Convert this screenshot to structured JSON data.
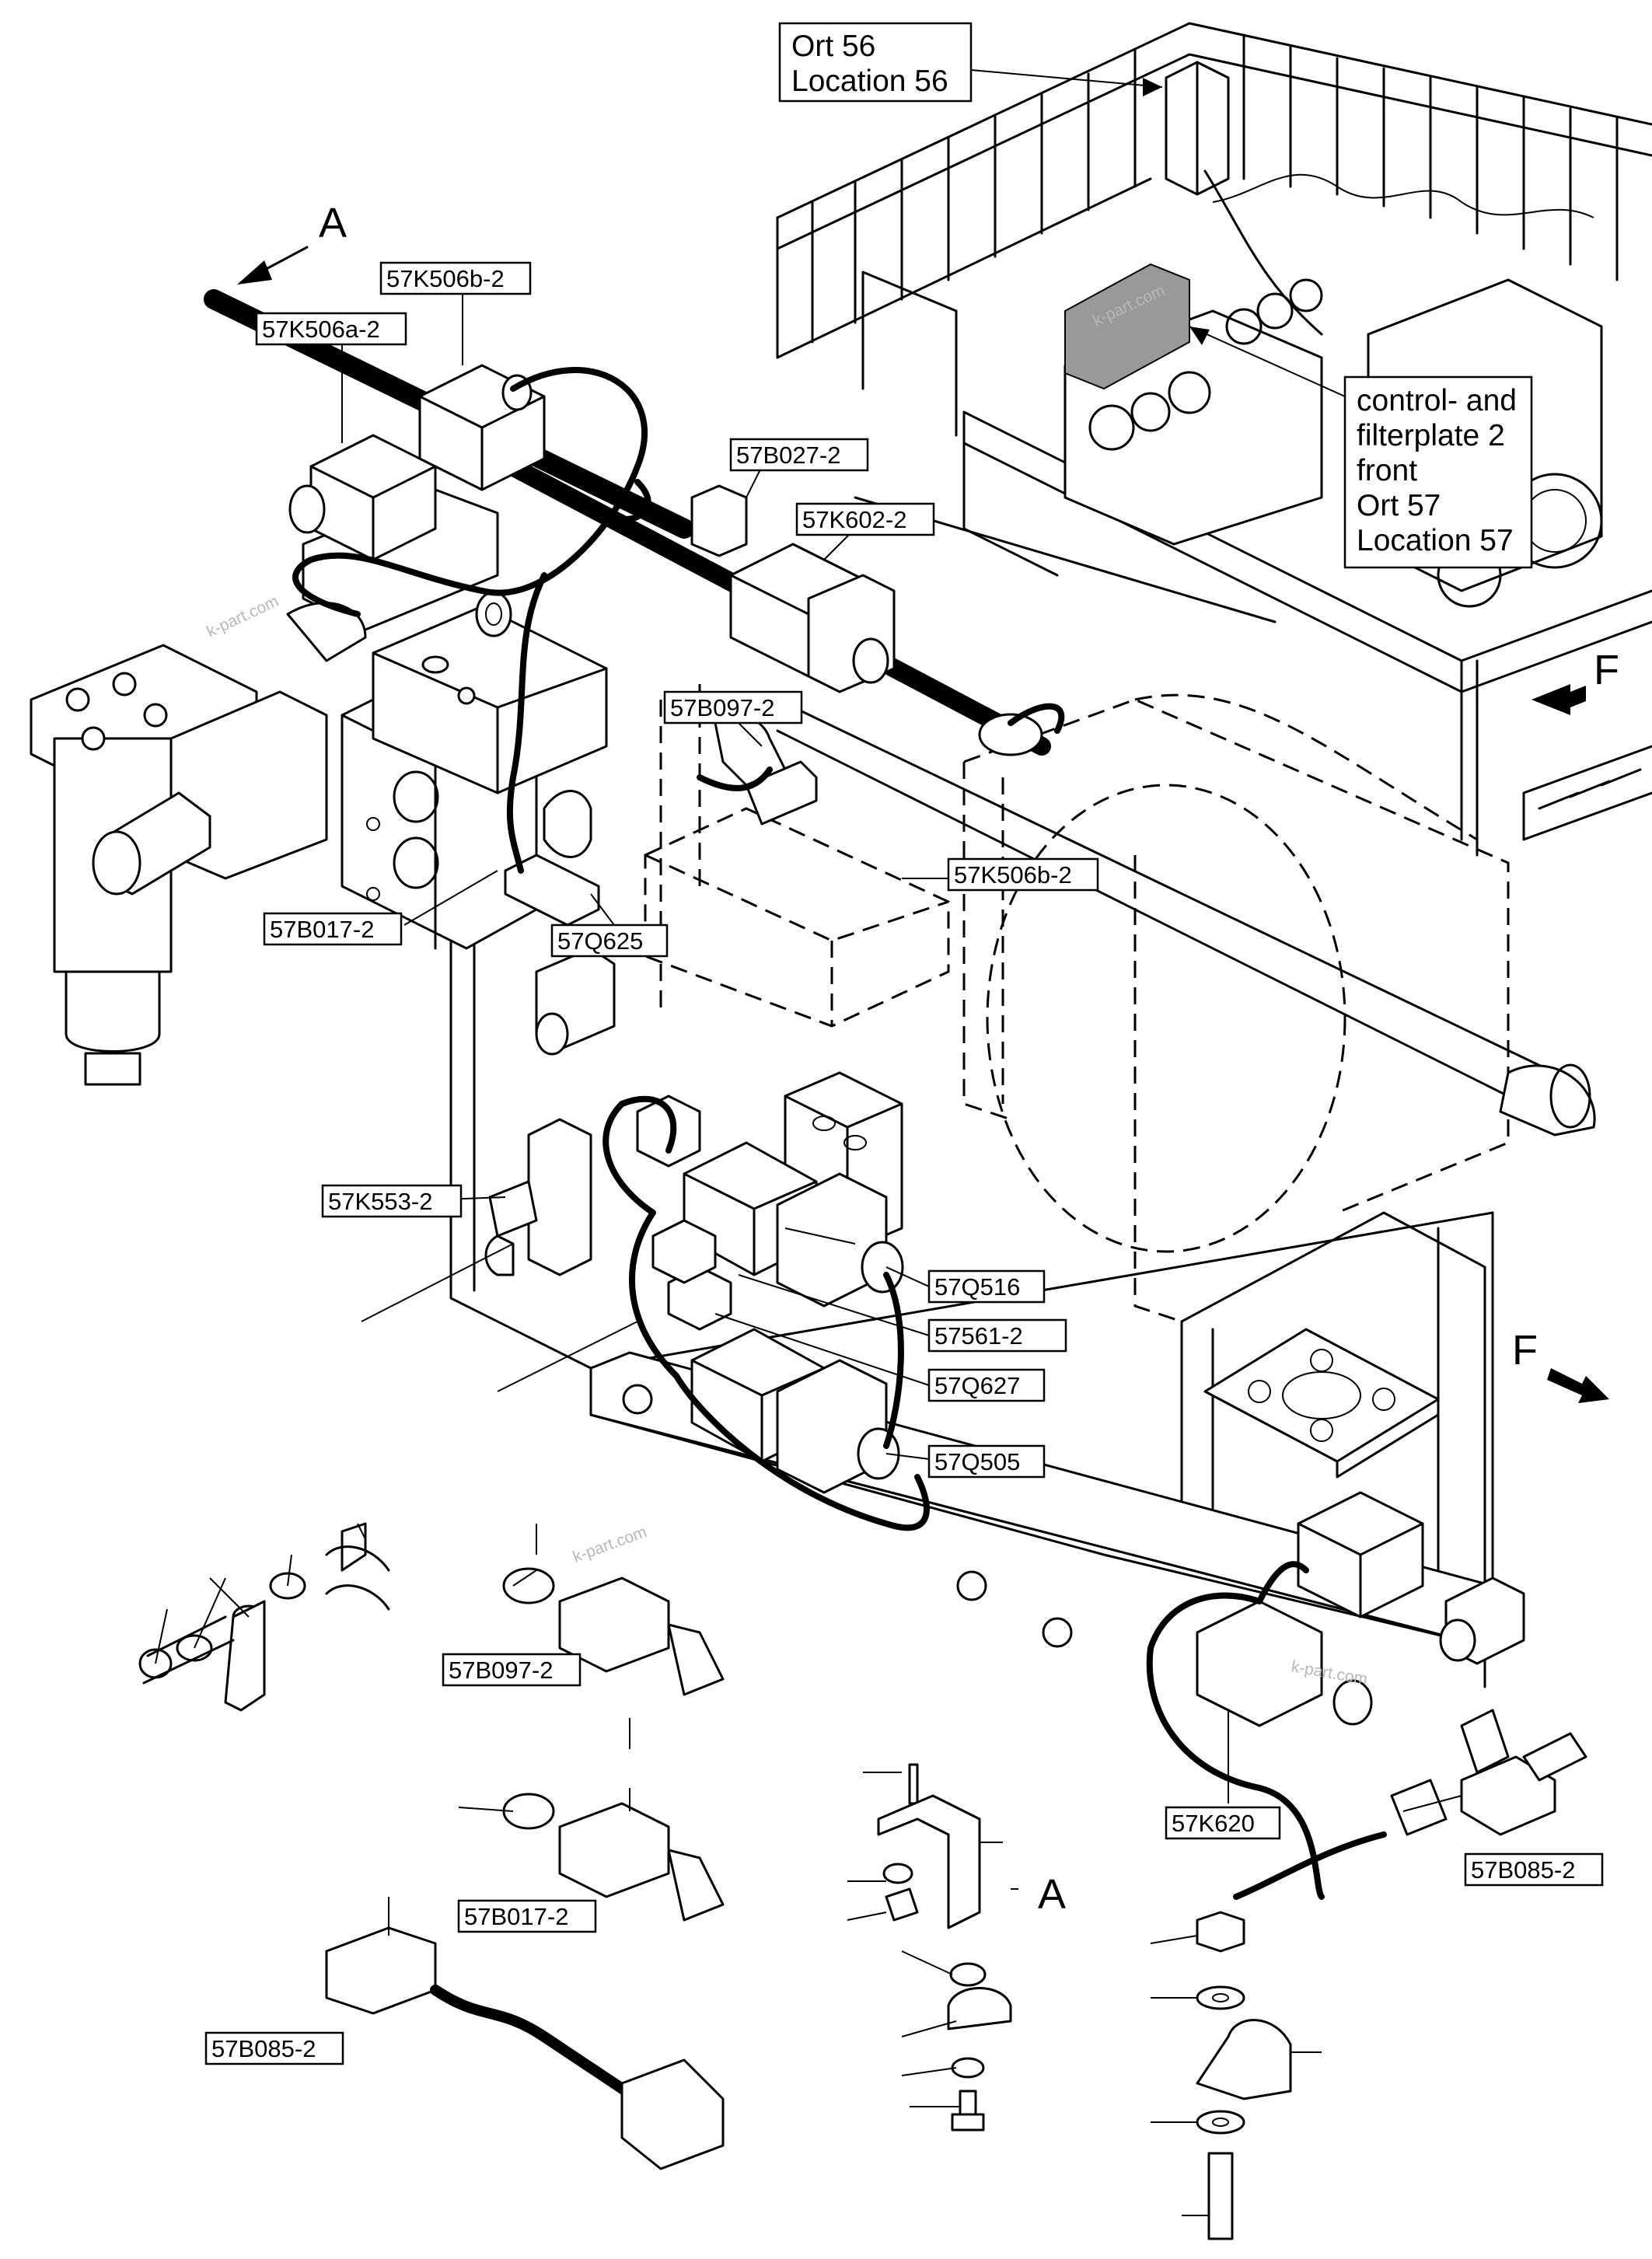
{
  "labels": {
    "k506b_top": "57K506b-2",
    "k506a": "57K506a-2",
    "b027": "57B027-2",
    "k602": "57K602-2",
    "b097_mid": "57B097-2",
    "k506b_mid": "57K506b-2",
    "b017_mid": "57B017-2",
    "q625": "57Q625",
    "k553": "57K553-2",
    "q516": "57Q516",
    "s561": "57561-2",
    "q627": "57Q627",
    "q505": "57Q505",
    "b097_detail": "57B097-2",
    "b017_detail": "57B017-2",
    "b085_detail": "57B085-2",
    "k620": "57K620",
    "b085_right": "57B085-2"
  },
  "callouts": {
    "ort56_line1": "Ort 56",
    "ort56_line2": "Location 56",
    "plate_line1": "control- and",
    "plate_line2": "filterplate 2",
    "plate_line3": "front",
    "plate_line4": "Ort 57",
    "plate_line5": "Location 57"
  },
  "view_marks": {
    "section_top": "A",
    "section_detail": "A",
    "direction_top": "F",
    "direction_mid": "F"
  },
  "watermarks": [
    "k-part.com",
    "k-part.com",
    "k-part.com",
    "k-part.com"
  ]
}
